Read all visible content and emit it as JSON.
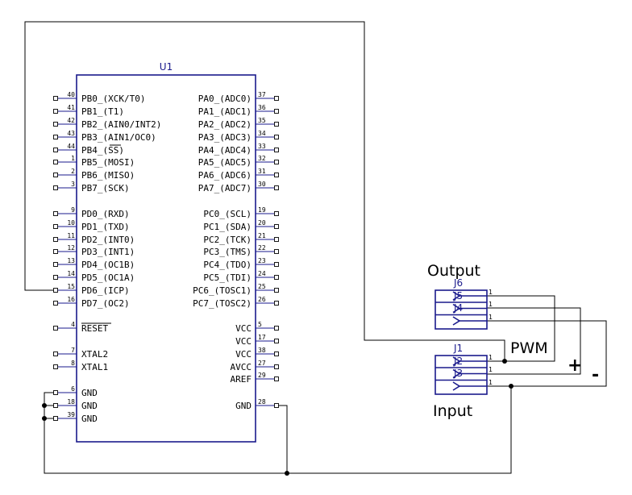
{
  "chip": {
    "ref": "U1",
    "left_pins": [
      {
        "num": "40",
        "name": "PB0_(XCK/T0)"
      },
      {
        "num": "41",
        "name": "PB1_(T1)"
      },
      {
        "num": "42",
        "name": "PB2_(AIN0/INT2)"
      },
      {
        "num": "43",
        "name": "PB3_(AIN1/OC0)"
      },
      {
        "num": "44",
        "name": "PB4_(SS)"
      },
      {
        "num": "1",
        "name": "PB5_(MOSI)"
      },
      {
        "num": "2",
        "name": "PB6_(MISO)"
      },
      {
        "num": "3",
        "name": "PB7_(SCK)"
      },
      {
        "num": "9",
        "name": "PD0_(RXD)"
      },
      {
        "num": "10",
        "name": "PD1_(TXD)"
      },
      {
        "num": "11",
        "name": "PD2_(INT0)"
      },
      {
        "num": "12",
        "name": "PD3_(INT1)"
      },
      {
        "num": "13",
        "name": "PD4_(OC1B)"
      },
      {
        "num": "14",
        "name": "PD5_(OC1A)"
      },
      {
        "num": "15",
        "name": "PD6_(ICP)"
      },
      {
        "num": "16",
        "name": "PD7_(OC2)"
      },
      {
        "num": "4",
        "name": "RESET"
      },
      {
        "num": "7",
        "name": "XTAL2"
      },
      {
        "num": "8",
        "name": "XTAL1"
      },
      {
        "num": "6",
        "name": "GND"
      },
      {
        "num": "18",
        "name": "GND"
      },
      {
        "num": "39",
        "name": "GND"
      }
    ],
    "right_pins": [
      {
        "num": "37",
        "name": "PA0_(ADC0)"
      },
      {
        "num": "36",
        "name": "PA1_(ADC1)"
      },
      {
        "num": "35",
        "name": "PA2_(ADC2)"
      },
      {
        "num": "34",
        "name": "PA3_(ADC3)"
      },
      {
        "num": "33",
        "name": "PA4_(ADC4)"
      },
      {
        "num": "32",
        "name": "PA5_(ADC5)"
      },
      {
        "num": "31",
        "name": "PA6_(ADC6)"
      },
      {
        "num": "30",
        "name": "PA7_(ADC7)"
      },
      {
        "num": "19",
        "name": "PC0_(SCL)"
      },
      {
        "num": "20",
        "name": "PC1_(SDA)"
      },
      {
        "num": "21",
        "name": "PC2_(TCK)"
      },
      {
        "num": "22",
        "name": "PC3_(TMS)"
      },
      {
        "num": "23",
        "name": "PC4_(TDO)"
      },
      {
        "num": "24",
        "name": "PC5_(TDI)"
      },
      {
        "num": "25",
        "name": "PC6_(TOSC1)"
      },
      {
        "num": "26",
        "name": "PC7_(TOSC2)"
      },
      {
        "num": "5",
        "name": "VCC"
      },
      {
        "num": "17",
        "name": "VCC"
      },
      {
        "num": "38",
        "name": "VCC"
      },
      {
        "num": "27",
        "name": "AVCC"
      },
      {
        "num": "29",
        "name": "AREF"
      },
      {
        "num": "28",
        "name": "GND"
      }
    ]
  },
  "output_connector": {
    "refs": [
      "J6",
      "J5",
      "J4"
    ],
    "pins": [
      "1",
      "1",
      "1"
    ],
    "label": "Output"
  },
  "input_connector": {
    "refs": [
      "J1",
      "J2",
      "J3"
    ],
    "pins": [
      "1",
      "1",
      "1"
    ],
    "label": "Input"
  },
  "labels": {
    "pwm": "PWM",
    "plus": "+",
    "minus": "-"
  },
  "colors": {
    "symbol": "#1a1a8c",
    "wire": "#000000"
  }
}
